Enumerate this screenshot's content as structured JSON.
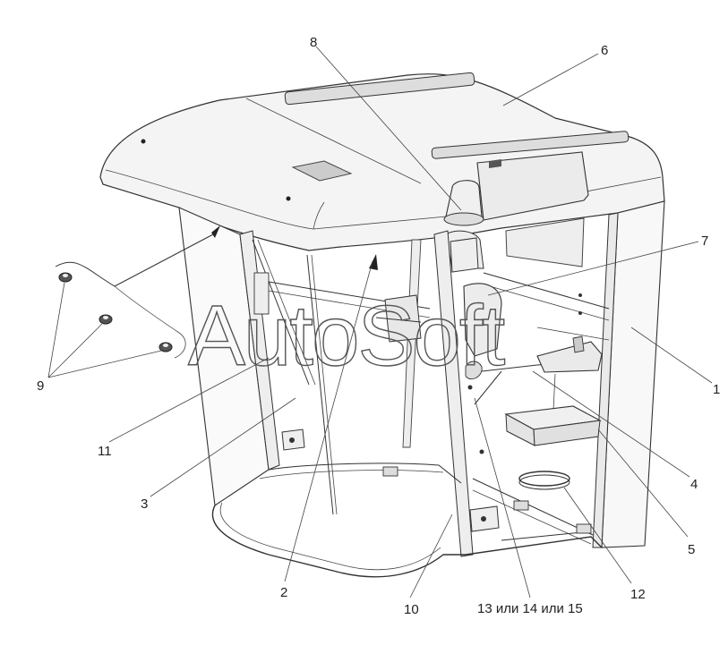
{
  "watermark": "AutoSoft",
  "callouts": {
    "c1": "1",
    "c2": "2",
    "c3": "3",
    "c4": "4",
    "c5": "5",
    "c6": "6",
    "c7": "7",
    "c8": "8",
    "c9": "9",
    "c10": "10",
    "c11": "11",
    "c12": "12",
    "c13": "13 или 14 или 15"
  }
}
